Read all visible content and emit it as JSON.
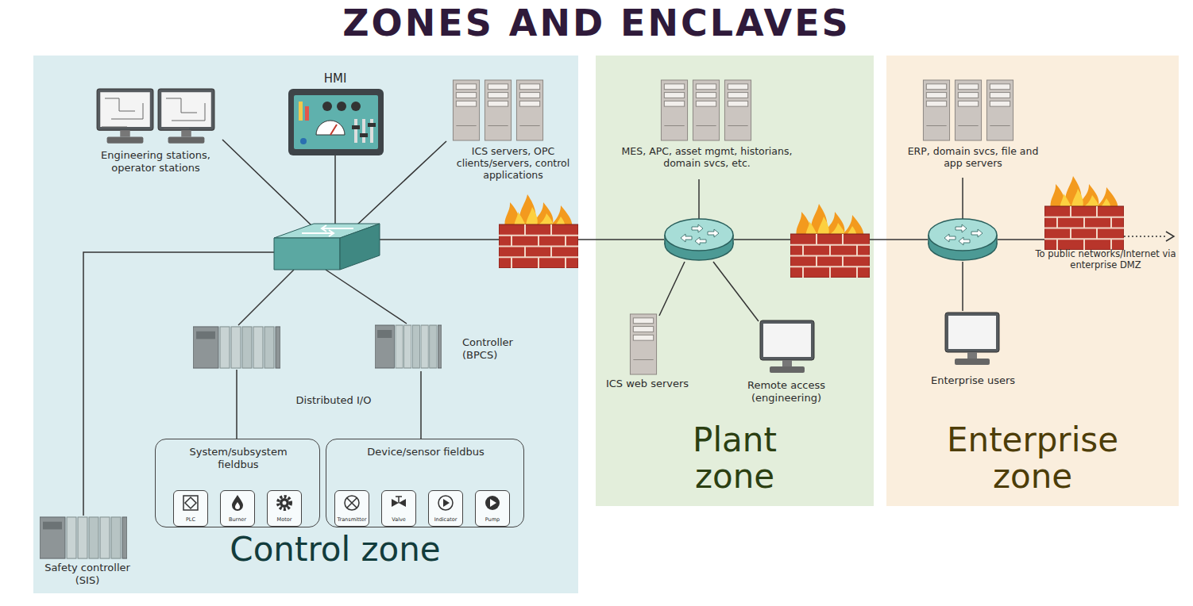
{
  "diagram": {
    "title": "ZONES AND ENCLAVES",
    "nodes": [
      {
        "text": [
          "Control zone"
        ]
      },
      {
        "text": [
          "Engineering stations, operator stations"
        ],
        "in": 0
      },
      {
        "text": [
          "HMI"
        ],
        "in": 0
      },
      {
        "text": [
          "ICS servers, OPC clients/servers, control applications"
        ],
        "in": 0
      },
      {
        "text": [
          "Controller (BPCS)"
        ],
        "in": 0
      },
      {
        "text": [
          "System/subsystem fieldbus"
        ],
        "in": 0
      },
      {
        "text": [
          "PLC"
        ],
        "in": 5
      },
      {
        "text": [
          "Burner"
        ],
        "in": 5
      },
      {
        "text": [
          "Motor"
        ],
        "in": 5
      },
      {
        "text": [
          "Device/sensor fieldbus"
        ],
        "in": 0
      },
      {
        "text": [
          "Transmitter"
        ],
        "in": 9
      },
      {
        "text": [
          "Valve"
        ],
        "in": 9
      },
      {
        "text": [
          "Indicator"
        ],
        "in": 9
      },
      {
        "text": [
          "Pump"
        ],
        "in": 9
      },
      {
        "text": [
          "Safety controller (SIS)"
        ],
        "in": 0
      },
      {
        "text": [
          "Plant zone"
        ]
      },
      {
        "text": [
          "MES, APC, asset mgmt, historians, domain svcs, etc."
        ],
        "in": 15
      },
      {
        "text": [
          "ICS web servers"
        ],
        "in": 15
      },
      {
        "text": [
          "Remote access (engineering)"
        ],
        "in": 15
      },
      {
        "text": [
          "Enterprise zone"
        ]
      },
      {
        "text": [
          "ERP, domain svcs, file and app servers"
        ],
        "in": 19
      },
      {
        "text": [
          "Enterprise users"
        ],
        "in": 19
      }
    ],
    "edges": [
      {
        "from": 4,
        "to": 9,
        "arrow": "none"
      }
    ],
    "labels": [
      "Distributed I/O",
      "To public networks/Internet via enterprise DMZ"
    ]
  }
}
